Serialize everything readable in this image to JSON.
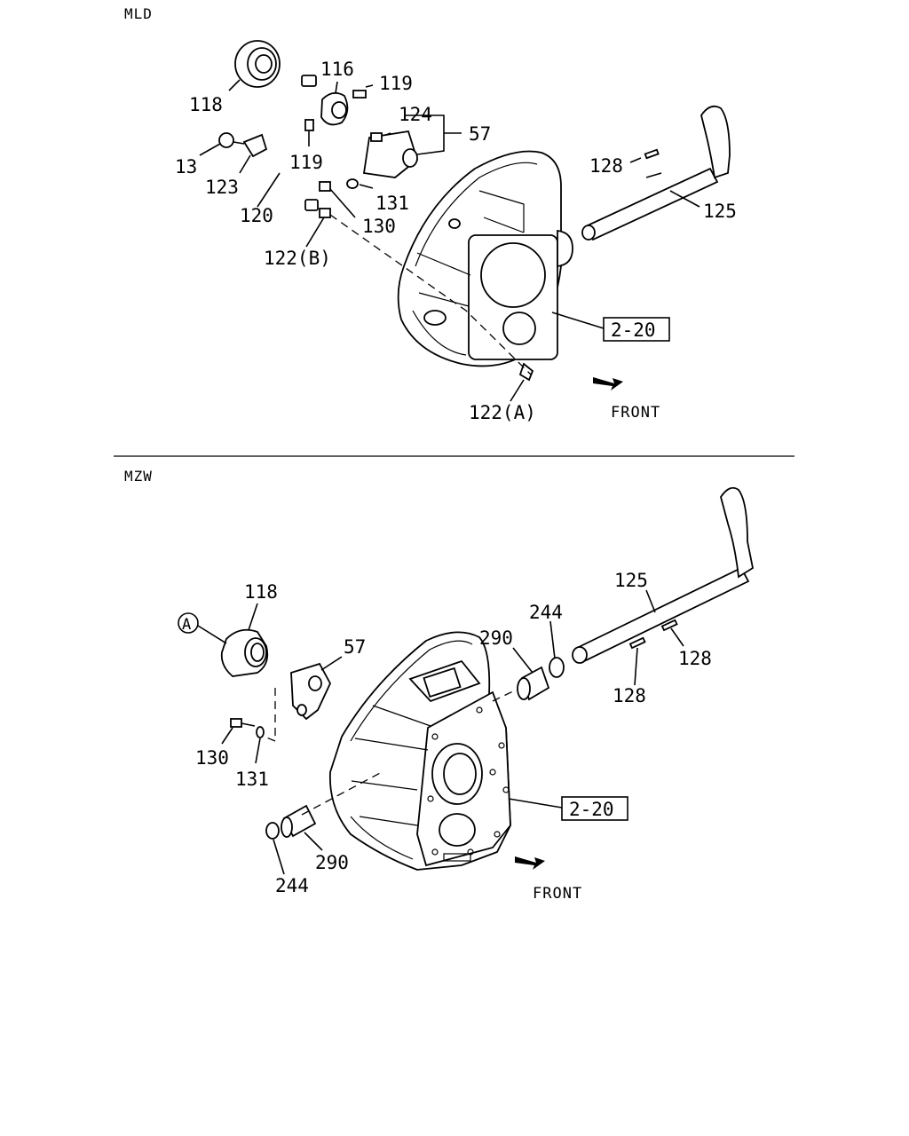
{
  "sections": [
    {
      "code": "MLD",
      "reference_box": "2-20",
      "front_label": "FRONT",
      "part_labels": {
        "p118": "118",
        "p116": "116",
        "p119a": "119",
        "p124": "124",
        "p57": "57",
        "p13": "13",
        "p123": "123",
        "p119b": "119",
        "p131": "131",
        "p120": "120",
        "p130": "130",
        "p122b": "122(B)",
        "p128": "128",
        "p125": "125",
        "p122a": "122(A)"
      }
    },
    {
      "code": "MZW",
      "reference_box": "2-20",
      "front_label": "FRONT",
      "callout_a": "A",
      "part_labels": {
        "p118": "118",
        "p57": "57",
        "p125": "125",
        "p244a": "244",
        "p290a": "290",
        "p128a": "128",
        "p128b": "128",
        "p130": "130",
        "p131": "131",
        "p290b": "290",
        "p244b": "244"
      }
    }
  ]
}
